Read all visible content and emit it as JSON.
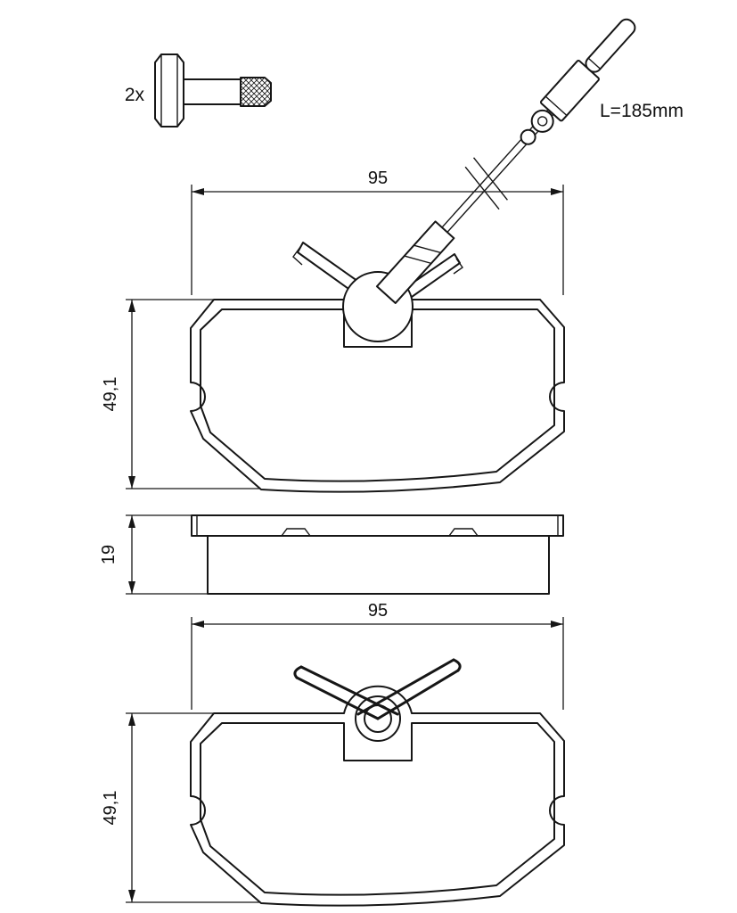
{
  "labels": {
    "bolt_quantity": "2x",
    "sensor_length": "L=185mm",
    "top_pad_width_mm": "95",
    "top_pad_height_mm": "49,1",
    "pad_thickness_mm": "19",
    "bottom_pad_width_mm": "95",
    "bottom_pad_height_mm": "49,1"
  }
}
